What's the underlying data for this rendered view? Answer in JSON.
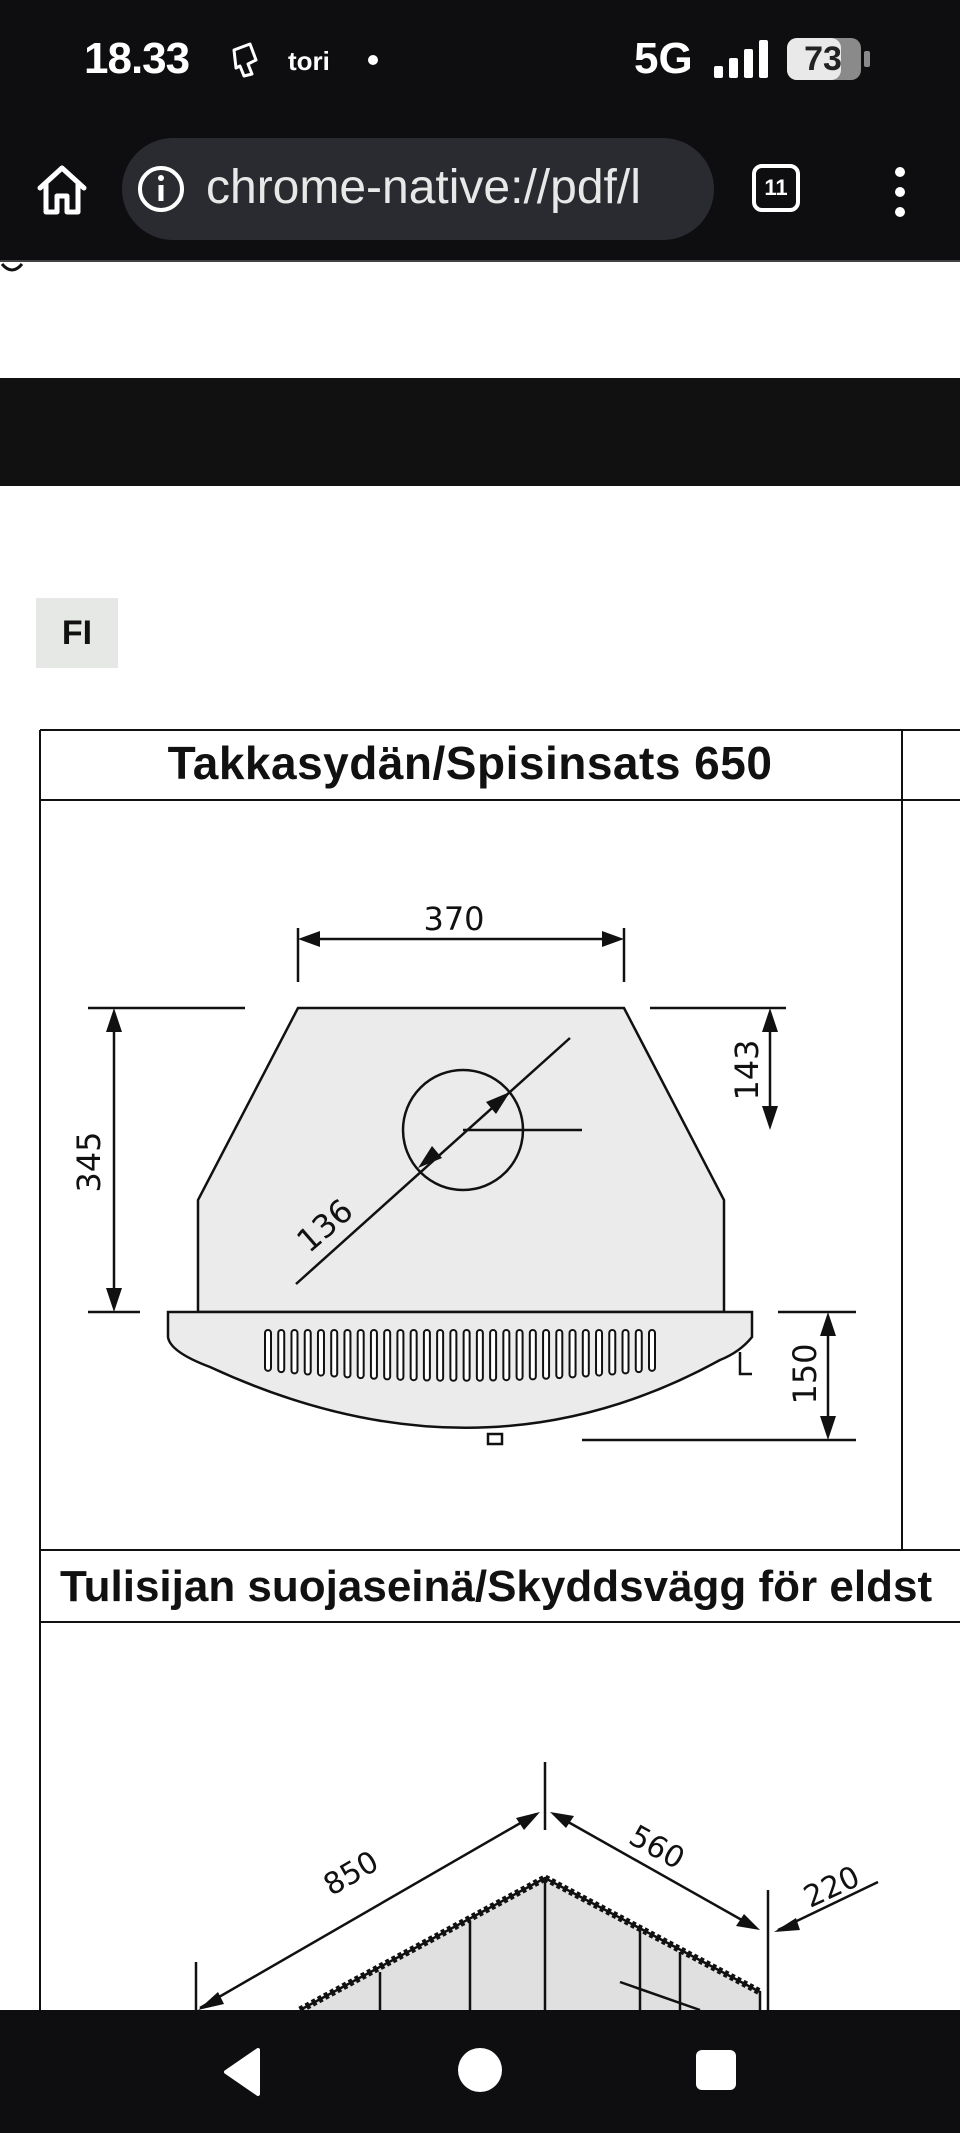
{
  "status_bar": {
    "time": "18.33",
    "notification_app": "tori",
    "network": "5G",
    "battery": "73"
  },
  "browser": {
    "url": "chrome-native://pdf/l",
    "tab_count": "11"
  },
  "document": {
    "language_badge": "FI",
    "section1_title": "Takkasydän/Spisinsats 650",
    "section2_title": "Tulisijan suojaseinä/Skyddsvägg för eldst",
    "drawing1_dimensions": {
      "top_width": "370",
      "height": "345",
      "flue_offset": "143",
      "flue_diameter": "136",
      "base_depth": "150"
    },
    "drawing2_dimensions": {
      "left_length": "850",
      "right_length": "560",
      "thickness": "220"
    }
  },
  "colors": {
    "system_bar": "#0e0e10",
    "url_pill": "#2a2b30",
    "drawing_fill": "#ebebeb",
    "line": "#111111"
  }
}
